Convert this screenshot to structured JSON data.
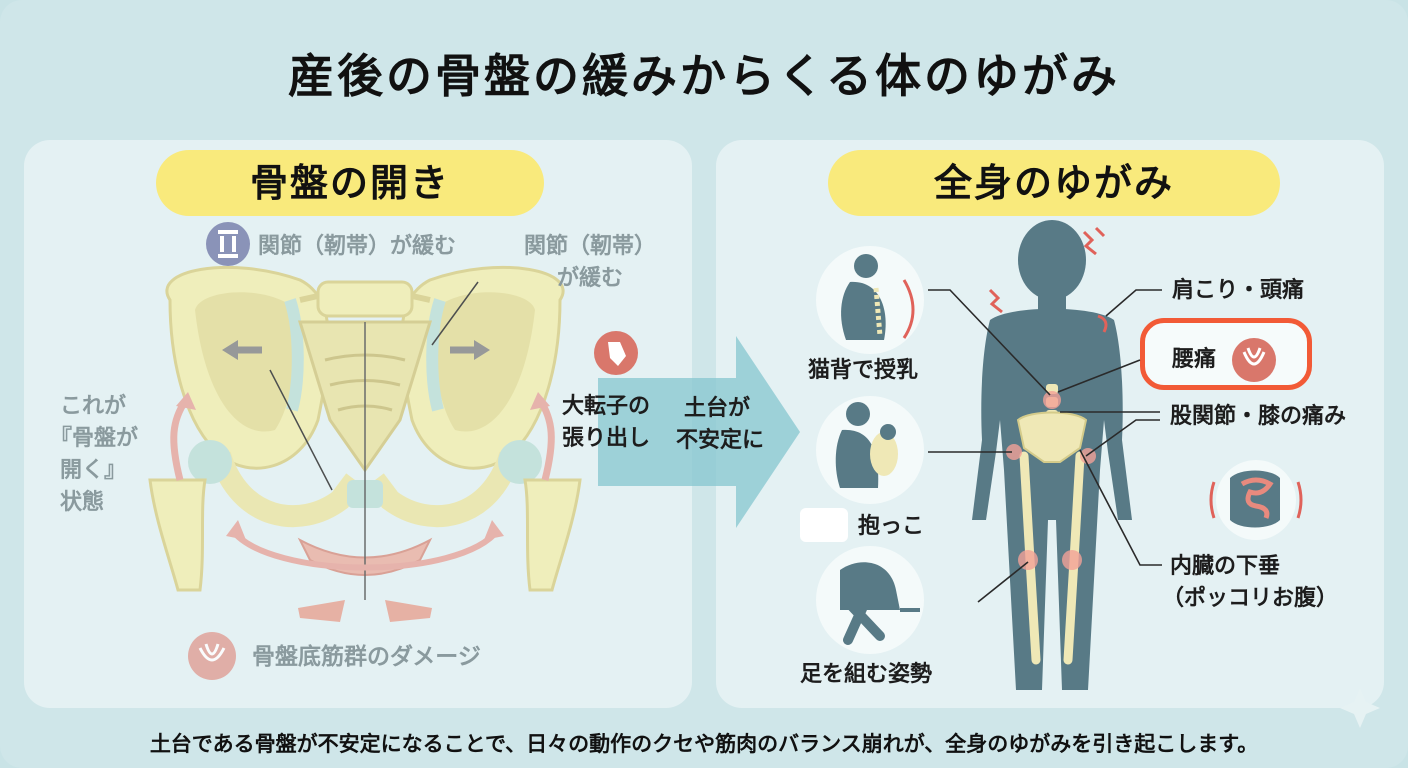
{
  "title": "産後の骨盤の緩みからくる体のゆがみ",
  "left_panel": {
    "heading": "骨盤の開き",
    "ligament_top": "関節（靭帯）が緩む",
    "ligament_right_line1": "関節（靭帯）",
    "ligament_right_line2": "が緩む",
    "state_line1": "これが",
    "state_line2": "『骨盤が",
    "state_line3": "開く』",
    "state_line4": "状態",
    "trochanter_line1": "大転子の",
    "trochanter_line2": "張り出し",
    "pelvic_floor": "骨盤底筋群のダメージ",
    "icons": [
      "joint-icon",
      "hip-bone-icon",
      "pelvic-floor-icon"
    ]
  },
  "arrow": {
    "line1": "土台が",
    "line2": "不安定に"
  },
  "right_panel": {
    "heading": "全身のゆがみ",
    "postures": [
      {
        "label": "猫背で授乳",
        "icon": "nursing-posture-icon"
      },
      {
        "label": "抱っこ",
        "icon": "holding-baby-icon"
      },
      {
        "label": "足を組む姿勢",
        "icon": "crossed-legs-icon"
      }
    ],
    "symptoms": {
      "shoulder": "肩こり・頭痛",
      "back": "腰痛",
      "hip_knee": "股関節・膝の痛み",
      "organs_line1": "内臓の下垂",
      "organs_line2": "（ポッコリお腹）"
    },
    "colors": {
      "highlight": "#f25a36",
      "pain": "#e0625a"
    }
  },
  "caption": "土台である骨盤が不安定になることで、日々の動作のクセや筋肉のバランス崩れが、全身のゆがみを引き起こします。"
}
